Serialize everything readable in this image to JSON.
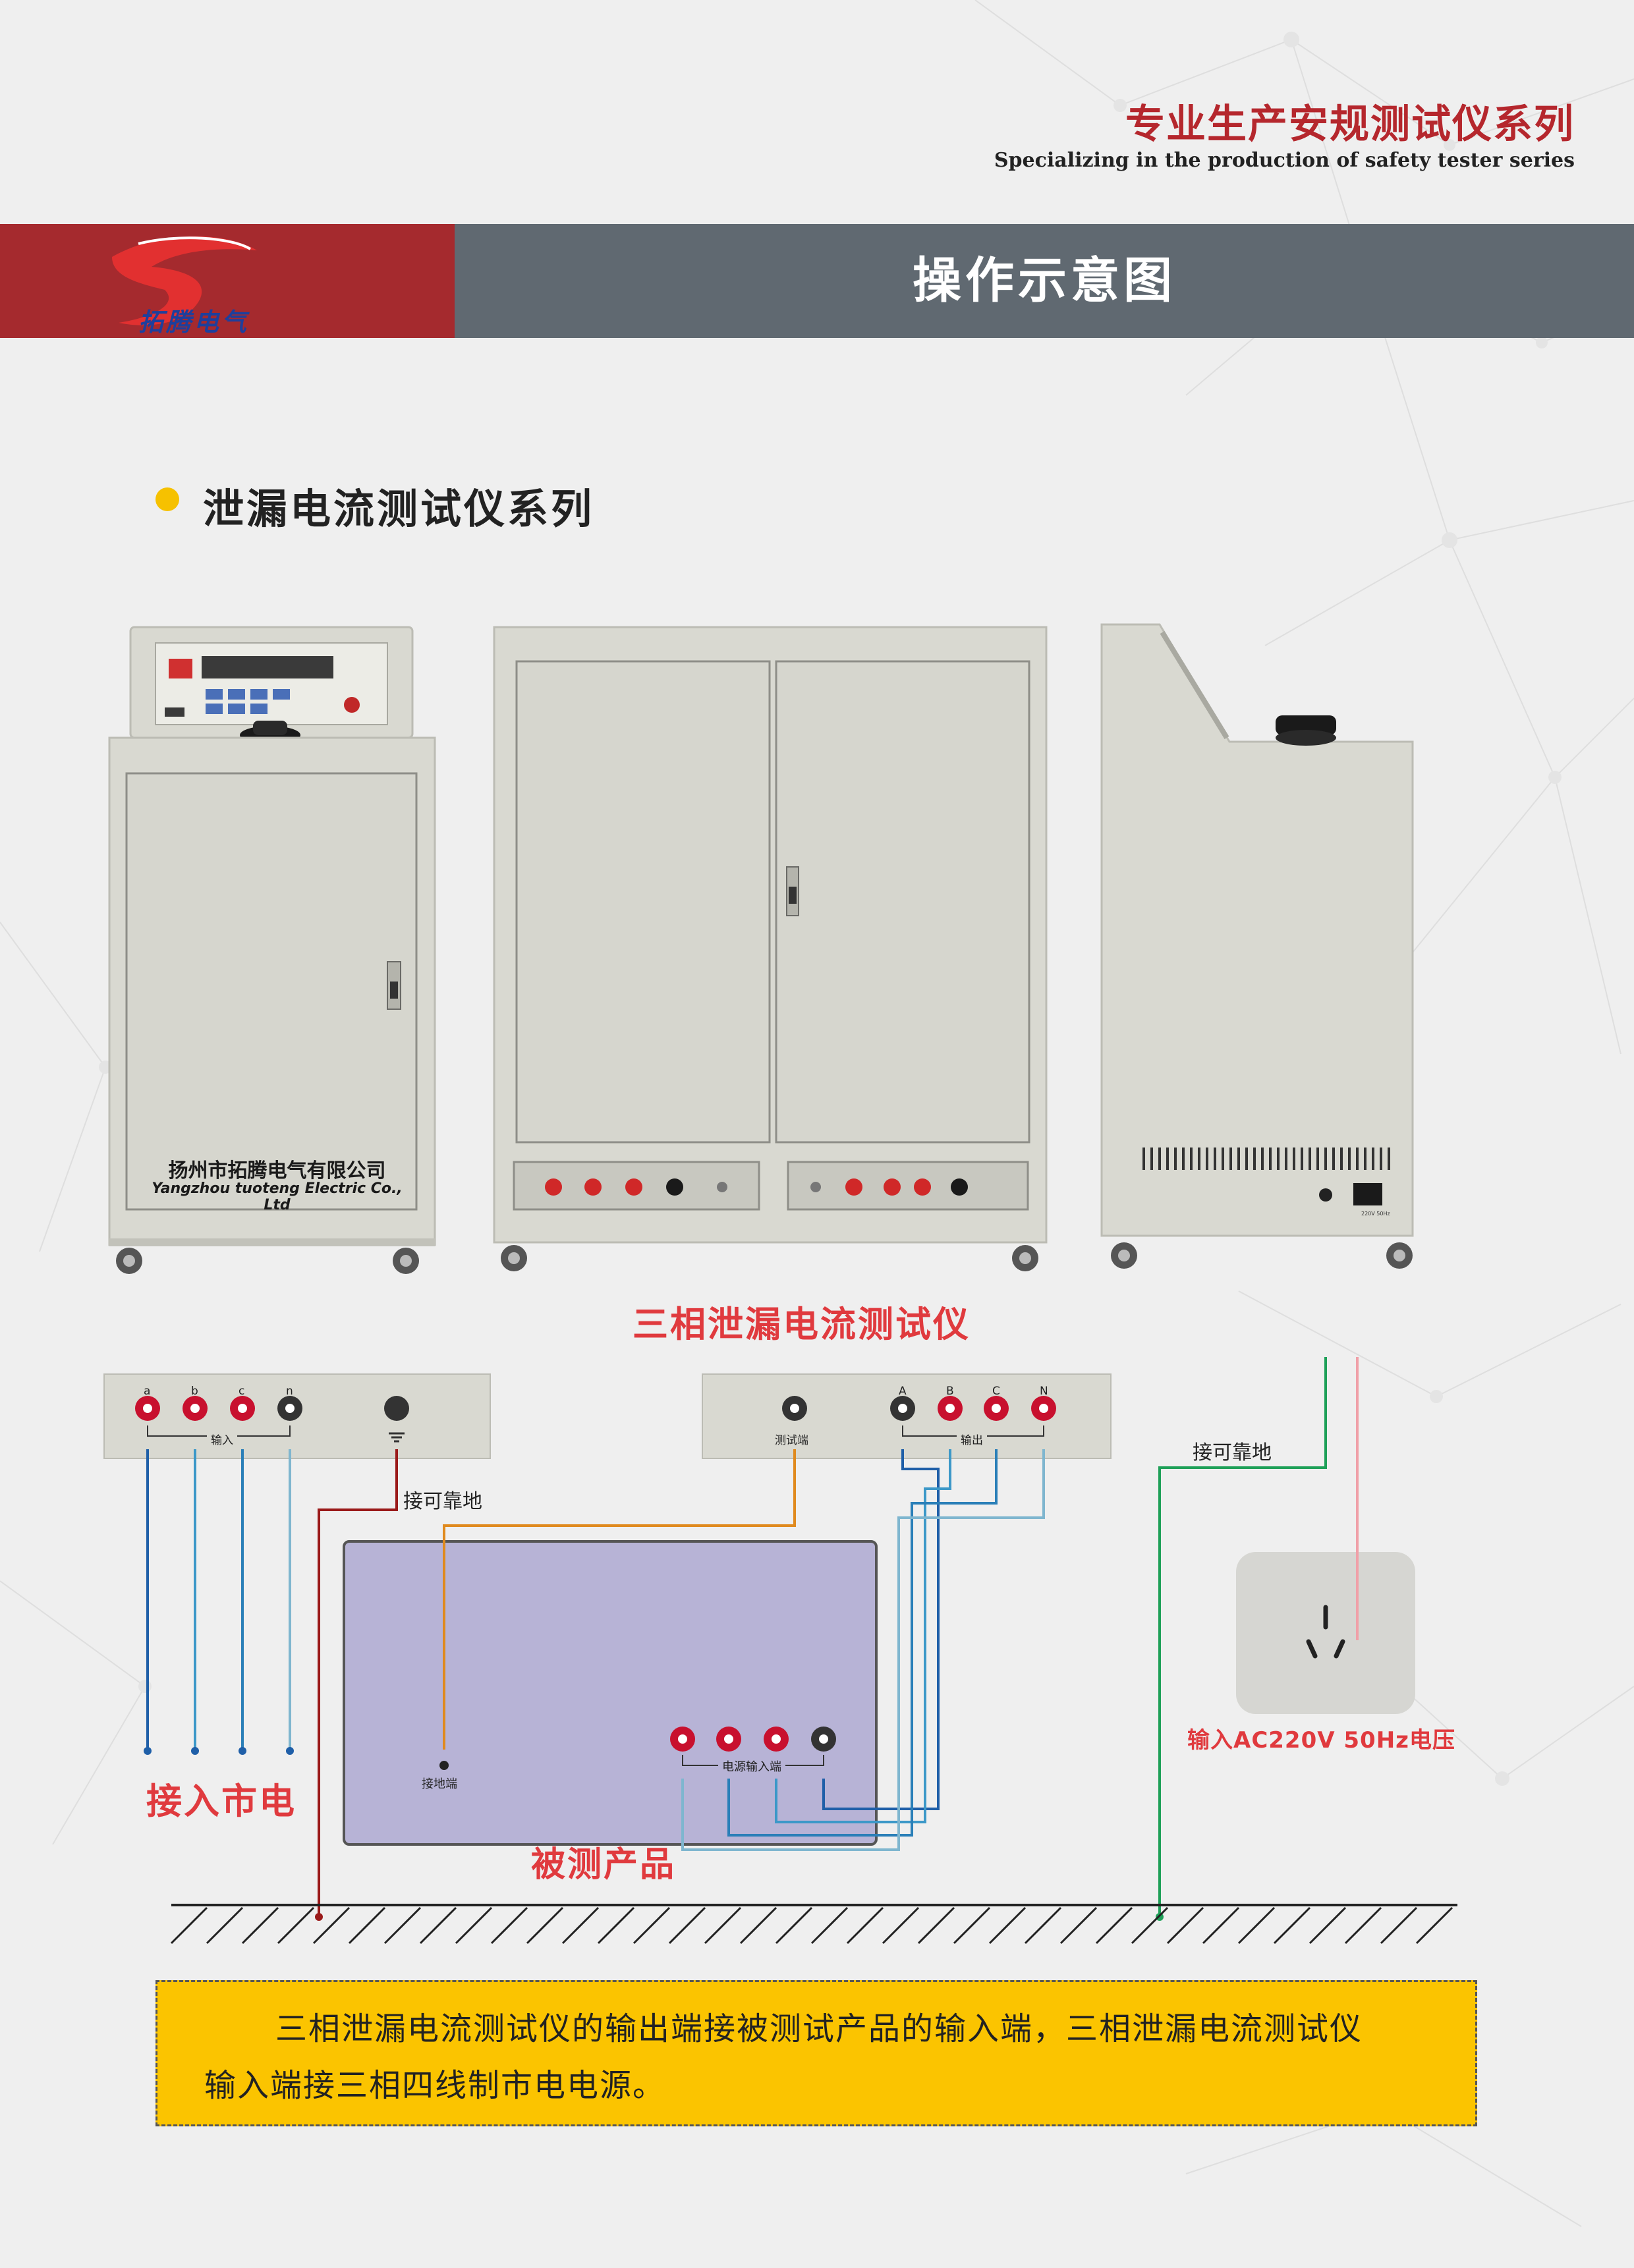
{
  "header": {
    "title_cn": "专业生产安规测试仪系列",
    "title_en": "Specializing in the production of safety tester series",
    "band_title": "操作示意图",
    "logo_text": "拓腾电气"
  },
  "section": {
    "title": "泄漏电流测试仪系列"
  },
  "cabinet": {
    "company_cn": "扬州市拓腾电气有限公司",
    "company_en": "Yangzhou tuoteng Electric Co., Ltd"
  },
  "diagram": {
    "instrument_label": "三相泄漏电流测试仪",
    "input_panel": {
      "terminals": [
        "a",
        "b",
        "c",
        "n"
      ],
      "group_label": "输入"
    },
    "output_panel": {
      "test_label": "测试端",
      "terminals": [
        "A",
        "B",
        "C",
        "N"
      ],
      "group_label": "输出"
    },
    "ground_reliable_left": "接可靠地",
    "ground_reliable_right": "接可靠地",
    "mains_label": "接入市电",
    "product_label": "被测产品",
    "product_ground": "接地端",
    "product_power_input": "电源输入端",
    "socket_label": "输入AC220V 50Hz电压",
    "socket_rear_text": "220V 50Hz"
  },
  "note": {
    "line1": "三相泄漏电流测试仪的输出端接被测试产品的输入端，三相泄漏电流测试仪",
    "line2": "输入端接三相四线制市电电源。"
  },
  "colors": {
    "brand_red": "#a52a2e",
    "band_gray": "#606971",
    "accent_yellow": "#fbc400",
    "label_red": "#e03a3e",
    "product_purple": "#b7b3d6"
  }
}
